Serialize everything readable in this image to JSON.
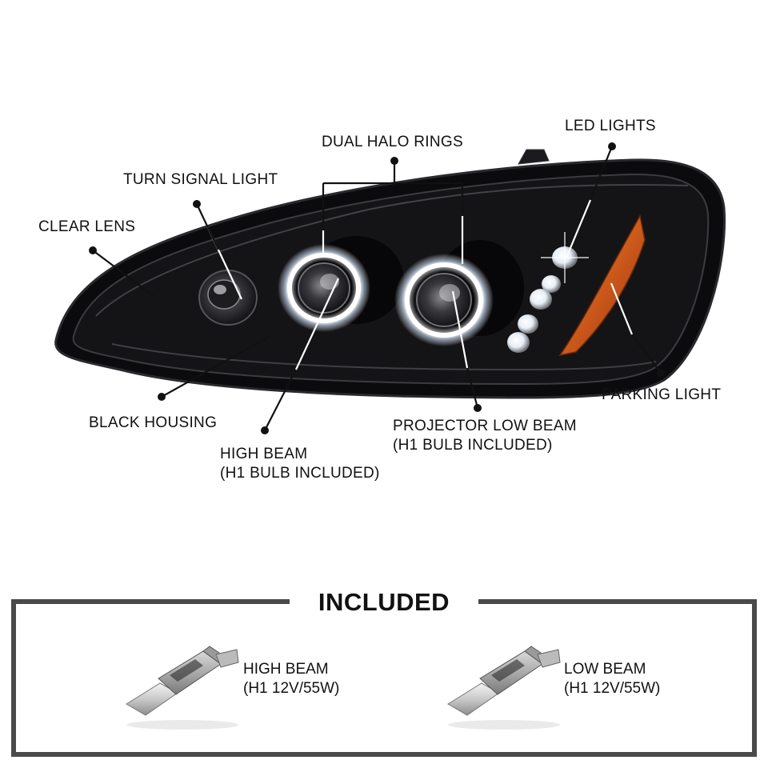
{
  "callouts": {
    "led_lights": "LED LIGHTS",
    "dual_halo_rings": "DUAL HALO RINGS",
    "turn_signal_light": "TURN SIGNAL LIGHT",
    "clear_lens": "CLEAR LENS",
    "parking_light": "PARKING LIGHT",
    "black_housing": "BLACK HOUSING",
    "projector_low_beam": {
      "line1": "PROJECTOR LOW BEAM",
      "line2": "(H1 BULB INCLUDED)"
    },
    "high_beam": {
      "line1": "HIGH BEAM",
      "line2": "(H1 BULB INCLUDED)"
    }
  },
  "included": {
    "title": "INCLUDED",
    "items": [
      {
        "line1": "HIGH BEAM",
        "line2": "(H1 12V/55W)"
      },
      {
        "line1": "LOW BEAM",
        "line2": "(H1 12V/55W)"
      }
    ]
  },
  "colors": {
    "frame": "#4a4a4a",
    "housing": "#0b0b0d",
    "halo": "#ffffff",
    "amber": "#e0701a",
    "leader": "#111111"
  }
}
